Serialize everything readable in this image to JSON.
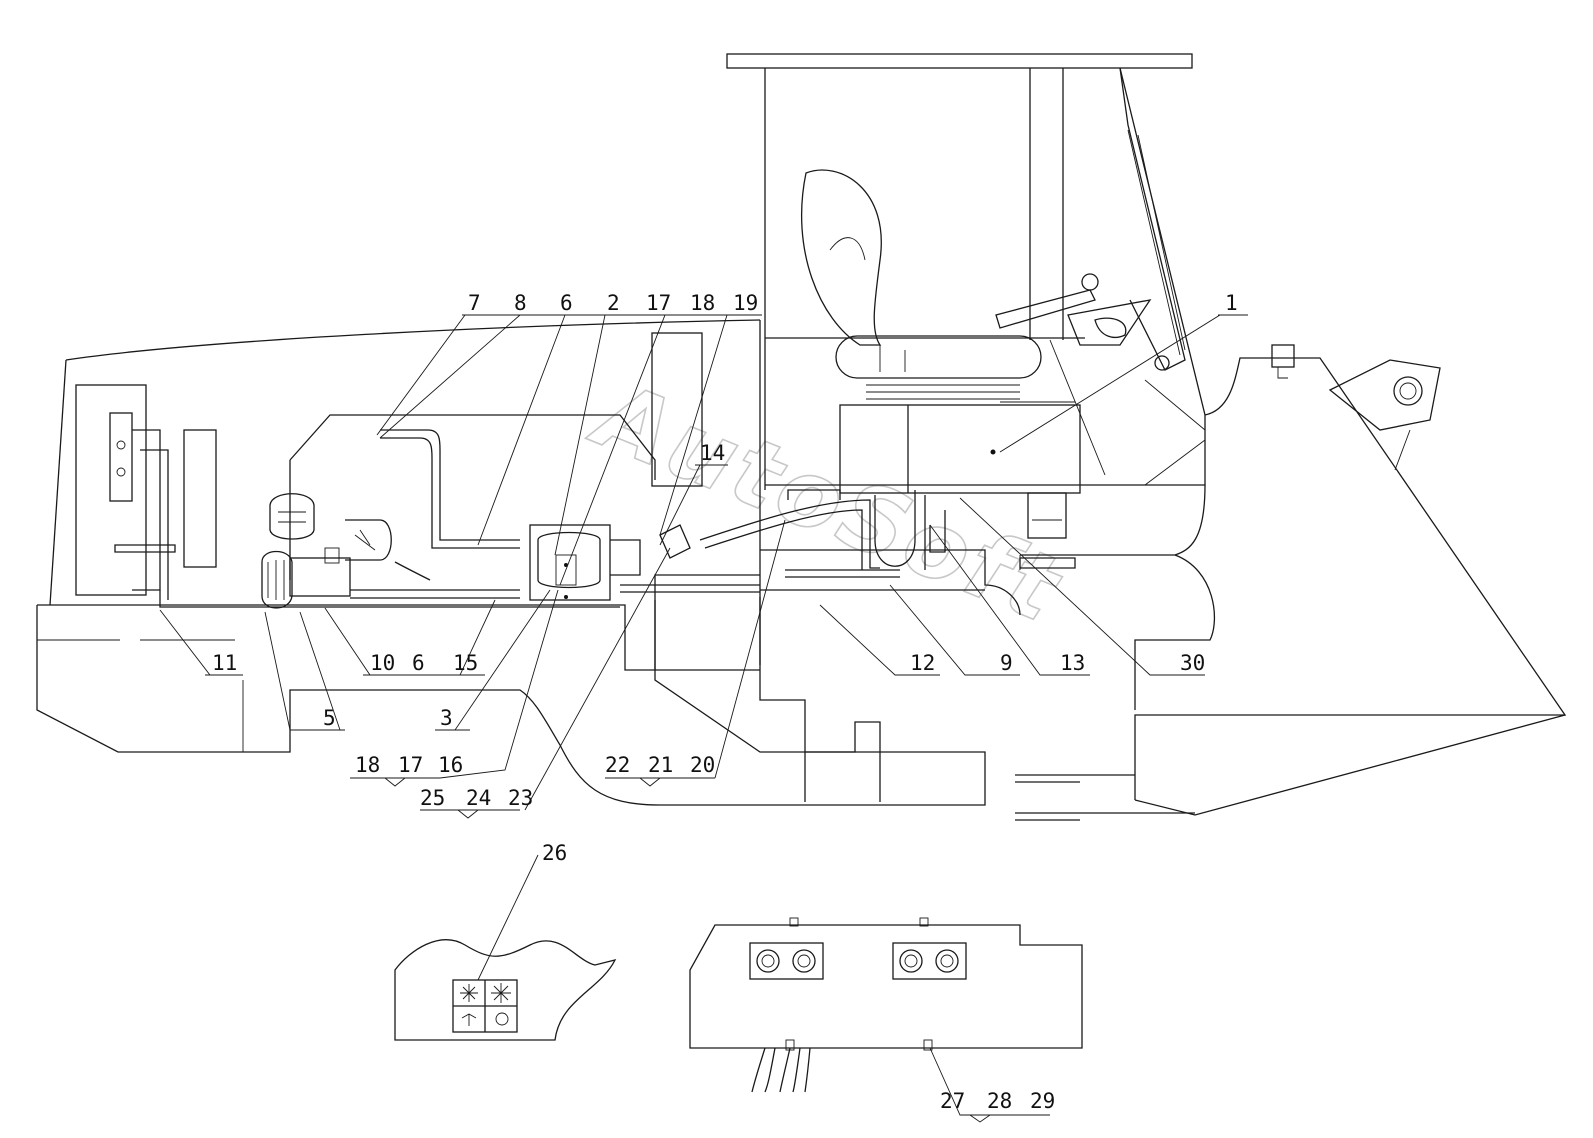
{
  "watermark": "AutoSoft",
  "callouts": [
    {
      "id": "c1",
      "text": "1"
    },
    {
      "id": "c2",
      "text": "2"
    },
    {
      "id": "c3",
      "text": "3"
    },
    {
      "id": "c5",
      "text": "5"
    },
    {
      "id": "c6a",
      "text": "6"
    },
    {
      "id": "c6b",
      "text": "6"
    },
    {
      "id": "c7",
      "text": "7"
    },
    {
      "id": "c8",
      "text": "8"
    },
    {
      "id": "c9",
      "text": "9"
    },
    {
      "id": "c10",
      "text": "10"
    },
    {
      "id": "c11",
      "text": "11"
    },
    {
      "id": "c12",
      "text": "12"
    },
    {
      "id": "c13",
      "text": "13"
    },
    {
      "id": "c14",
      "text": "14"
    },
    {
      "id": "c15",
      "text": "15"
    },
    {
      "id": "c16",
      "text": "16"
    },
    {
      "id": "c17a",
      "text": "17"
    },
    {
      "id": "c17b",
      "text": "17"
    },
    {
      "id": "c18a",
      "text": "18"
    },
    {
      "id": "c18b",
      "text": "18"
    },
    {
      "id": "c19",
      "text": "19"
    },
    {
      "id": "c20",
      "text": "20"
    },
    {
      "id": "c21",
      "text": "21"
    },
    {
      "id": "c22",
      "text": "22"
    },
    {
      "id": "c23",
      "text": "23"
    },
    {
      "id": "c24",
      "text": "24"
    },
    {
      "id": "c25",
      "text": "25"
    },
    {
      "id": "c26",
      "text": "26"
    },
    {
      "id": "c27",
      "text": "27"
    },
    {
      "id": "c28",
      "text": "28"
    },
    {
      "id": "c29",
      "text": "29"
    },
    {
      "id": "c30",
      "text": "30"
    }
  ]
}
